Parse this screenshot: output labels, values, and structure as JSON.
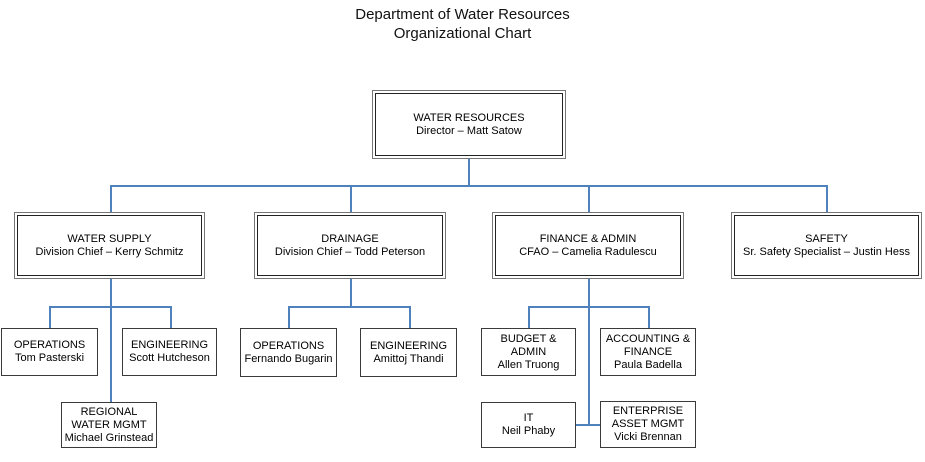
{
  "title": {
    "line1": "Department of Water Resources",
    "line2": "Organizational Chart"
  },
  "colors": {
    "connector_blue": "#4F81BD",
    "box_border_outer": "#767676",
    "box_border_inner": "#222222",
    "background": "#ffffff",
    "text": "#000000"
  },
  "nodes": {
    "director": {
      "title": "WATER RESOURCES",
      "person": "Director – Matt Satow"
    },
    "water_supply": {
      "title": "WATER SUPPLY",
      "person": "Division Chief – Kerry Schmitz"
    },
    "drainage": {
      "title": "DRAINAGE",
      "person": "Division Chief – Todd Peterson"
    },
    "finance_admin": {
      "title": "FINANCE & ADMIN",
      "person": "CFAO – Camelia Radulescu"
    },
    "safety": {
      "title": "SAFETY",
      "person": "Sr. Safety Specialist – Justin Hess"
    },
    "ws_operations": {
      "title": "OPERATIONS",
      "person": "Tom Pasterski"
    },
    "ws_engineering": {
      "title": "ENGINEERING",
      "person": "Scott Hutcheson"
    },
    "ws_regional": {
      "title": "REGIONAL\nWATER MGMT",
      "person": "Michael Grinstead"
    },
    "dr_operations": {
      "title": "OPERATIONS",
      "person": "Fernando Bugarin"
    },
    "dr_engineering": {
      "title": "ENGINEERING",
      "person": "Amittoj Thandi"
    },
    "fin_budget": {
      "title": "BUDGET &\nADMIN",
      "person": "Allen Truong"
    },
    "fin_accounting": {
      "title": "ACCOUNTING &\nFINANCE",
      "person": "Paula Badella"
    },
    "fin_it": {
      "title": "IT",
      "person": "Neil Phaby"
    },
    "fin_enterprise": {
      "title": "ENTERPRISE\nASSET MGMT",
      "person": "Vicki Brennan"
    }
  }
}
